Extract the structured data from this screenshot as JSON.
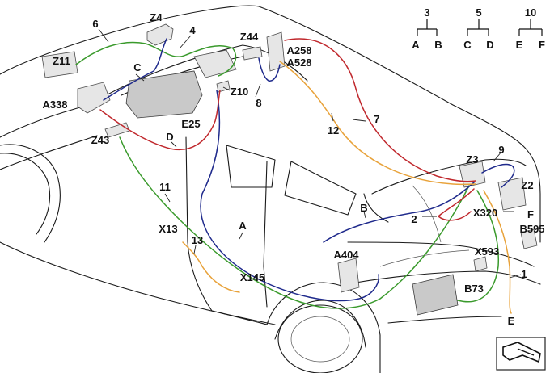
{
  "colors": {
    "green": "#3a9a2c",
    "blue": "#1f2a8c",
    "red": "#c0282d",
    "orange": "#e8a23a",
    "outline": "#1a1a1a"
  },
  "labels": {
    "n6": "6",
    "z4": "Z4",
    "n4": "4",
    "z11": "Z11",
    "c": "C",
    "z44": "Z44",
    "a258": "A258",
    "a528": "A528",
    "n8": "8",
    "a338": "A338",
    "z10": "Z10",
    "e25": "E25",
    "d": "D",
    "z43": "Z43",
    "n7": "7",
    "n12": "12",
    "n9": "9",
    "z3": "Z3",
    "z2": "Z2",
    "n11": "11",
    "b": "B",
    "n2": "2",
    "x320": "X320",
    "f": "F",
    "b595": "B595",
    "x13": "X13",
    "a": "A",
    "n13": "13",
    "x593": "X593",
    "n1": "1",
    "a404": "A404",
    "x145": "X145",
    "b73": "B73",
    "e": "E"
  },
  "legend": [
    {
      "parent": "3",
      "left": "A",
      "right": "B"
    },
    {
      "parent": "5",
      "left": "C",
      "right": "D"
    },
    {
      "parent": "10",
      "left": "E",
      "right": "F"
    }
  ],
  "icons": {
    "corner": "fold-arrow-icon"
  }
}
